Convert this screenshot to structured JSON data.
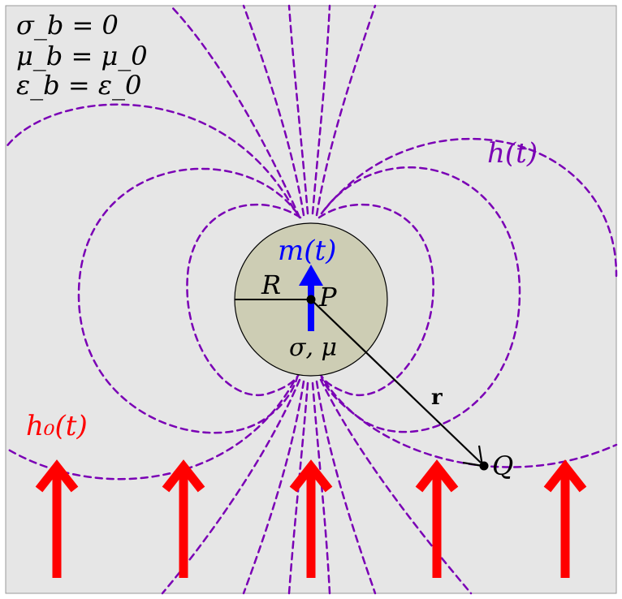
{
  "background_params": {
    "sigma_b": "σ_b = 0",
    "mu_b": "μ_b = μ_0",
    "eps_b": "ε_b = ε_0"
  },
  "labels": {
    "h_field": "h(t)",
    "m_moment": "m(t)",
    "radius": "R",
    "center": "P",
    "sphere_props": "σ, μ",
    "position_vector": "r",
    "observation_point": "Q",
    "applied_field": "h₀(t)"
  },
  "colors": {
    "background": "#e6e6e6",
    "sphere_fill": "#cdcdb4",
    "field_lines": "#7a00b5",
    "applied_field": "#ff0000",
    "moment": "#0000ff",
    "ink": "#000000"
  }
}
